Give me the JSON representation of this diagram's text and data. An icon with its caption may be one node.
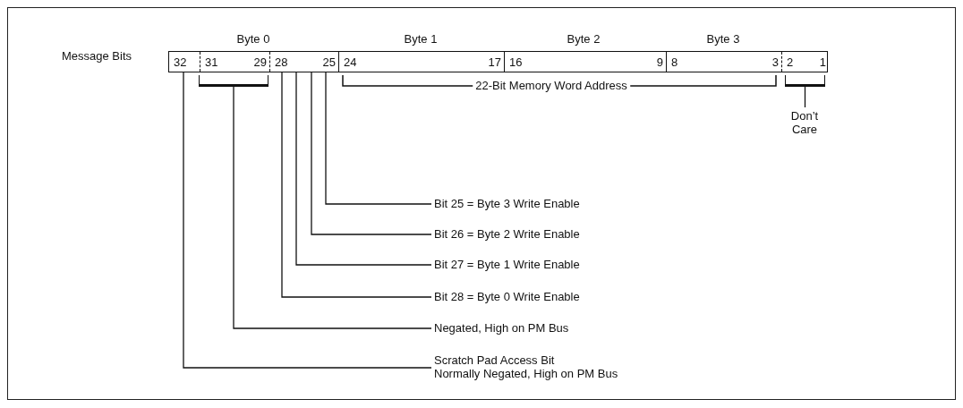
{
  "diagram": {
    "nodes": [
      {
        "text": [],
        "shape": "box",
        "beside": [
          "Message Bits"
        ]
      },
      {
        "text": [
          "32"
        ],
        "in": 0
      },
      {
        "text": [
          "31",
          "29"
        ],
        "in": 0
      },
      {
        "text": [
          "28",
          "25"
        ],
        "in": 0
      },
      {
        "text": [
          "24",
          "17"
        ],
        "in": 0
      },
      {
        "text": [
          "16",
          "9"
        ],
        "in": 0
      },
      {
        "text": [
          "8",
          "3"
        ],
        "in": 0
      },
      {
        "text": [
          "2",
          "1"
        ],
        "in": 0
      },
      {
        "text": [],
        "shape": "bracket"
      },
      {
        "text": [],
        "shape": "bracket"
      },
      {
        "text": [
          "Don’t Care"
        ]
      },
      {
        "text": [
          "Bit 25 = Byte 3 Write Enable"
        ]
      },
      {
        "text": [
          "Bit 26 = Byte 2 Write Enable"
        ]
      },
      {
        "text": [
          "Bit 27 = Byte 1 Write Enable"
        ]
      },
      {
        "text": [
          "Bit 28 = Byte 0 Write Enable"
        ]
      },
      {
        "text": [
          "Negated, High on PM Bus"
        ]
      },
      {
        "text": [
          "Scratch Pad Access Bit",
          "Normally Negated, High on PM Bus"
        ]
      }
    ],
    "edges": [
      {
        "from": 10,
        "to": 9,
        "arrow": "none"
      },
      {
        "from": 11,
        "to": 3,
        "arrow": "none"
      },
      {
        "from": 12,
        "to": 3,
        "arrow": "none"
      },
      {
        "from": 13,
        "to": 3,
        "arrow": "none"
      },
      {
        "from": 14,
        "to": 3,
        "arrow": "none"
      },
      {
        "from": 15,
        "to": 8,
        "arrow": "none"
      },
      {
        "from": 16,
        "to": 1,
        "arrow": "none"
      }
    ],
    "labels": [
      "Byte 0",
      "Byte 1",
      "Byte 2",
      "Byte 3",
      "22-Bit Memory Word Address"
    ]
  }
}
